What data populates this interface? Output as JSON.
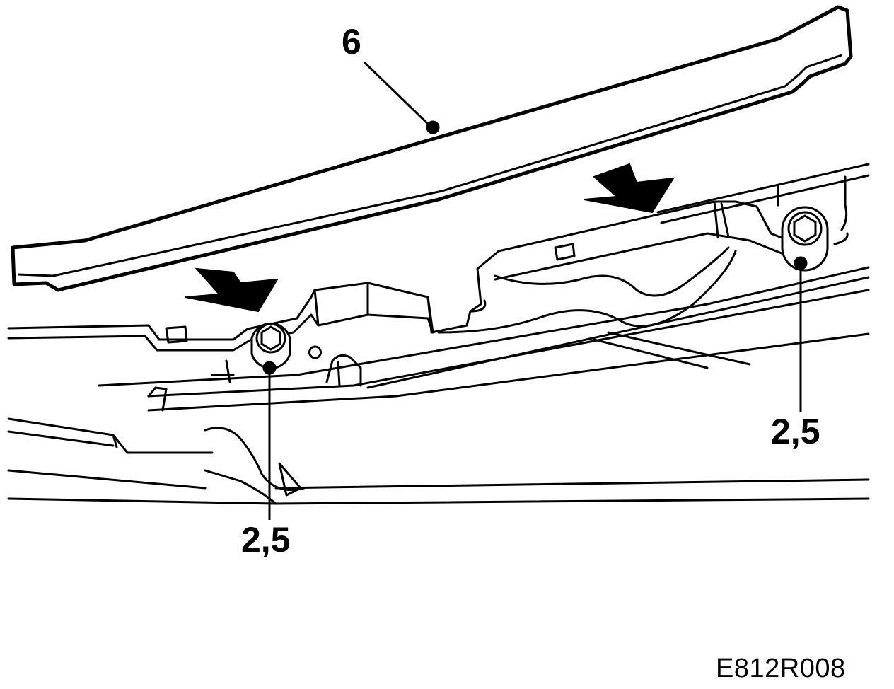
{
  "callouts": {
    "part_number": "6",
    "torque_right": "2,5",
    "torque_left": "2,5"
  },
  "figure_code": "E812R008",
  "colors": {
    "line": "#000000",
    "background": "#ffffff"
  },
  "icons": {
    "install_direction": "down-right-arrow-icon",
    "fastener": "bolt-head-icon"
  }
}
